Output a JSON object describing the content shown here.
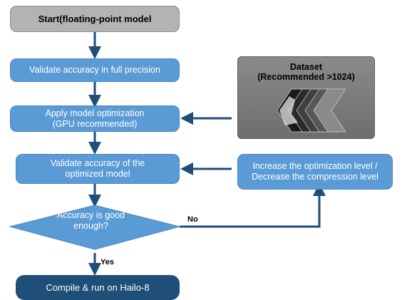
{
  "nodes": {
    "start": "Start(floating-point model",
    "validate_full": "Validate accuracy in full precision",
    "apply_opt_line1": "Apply model optimization",
    "apply_opt_line2": "(GPU recommended)",
    "validate_opt_line1": "Validate accuracy of the",
    "validate_opt_line2": "optimized model",
    "decision_line1": "Accuracy is good",
    "decision_line2": "enough?",
    "compile": "Compile & run on Hailo-8",
    "increase_line1": "Increase the optimization level /",
    "increase_line2": "Decrease the compression level"
  },
  "dataset": {
    "title_line1": "Dataset",
    "title_line2": "(Recommended >1024)"
  },
  "edges": {
    "no": "No",
    "yes": "Yes"
  },
  "colors": {
    "process_fill": "#5b9bd5",
    "start_fill": "#b3b3b3",
    "end_fill": "#1f4e79",
    "connector": "#1f4e79",
    "dataset_fill": "#7a7a7a"
  }
}
